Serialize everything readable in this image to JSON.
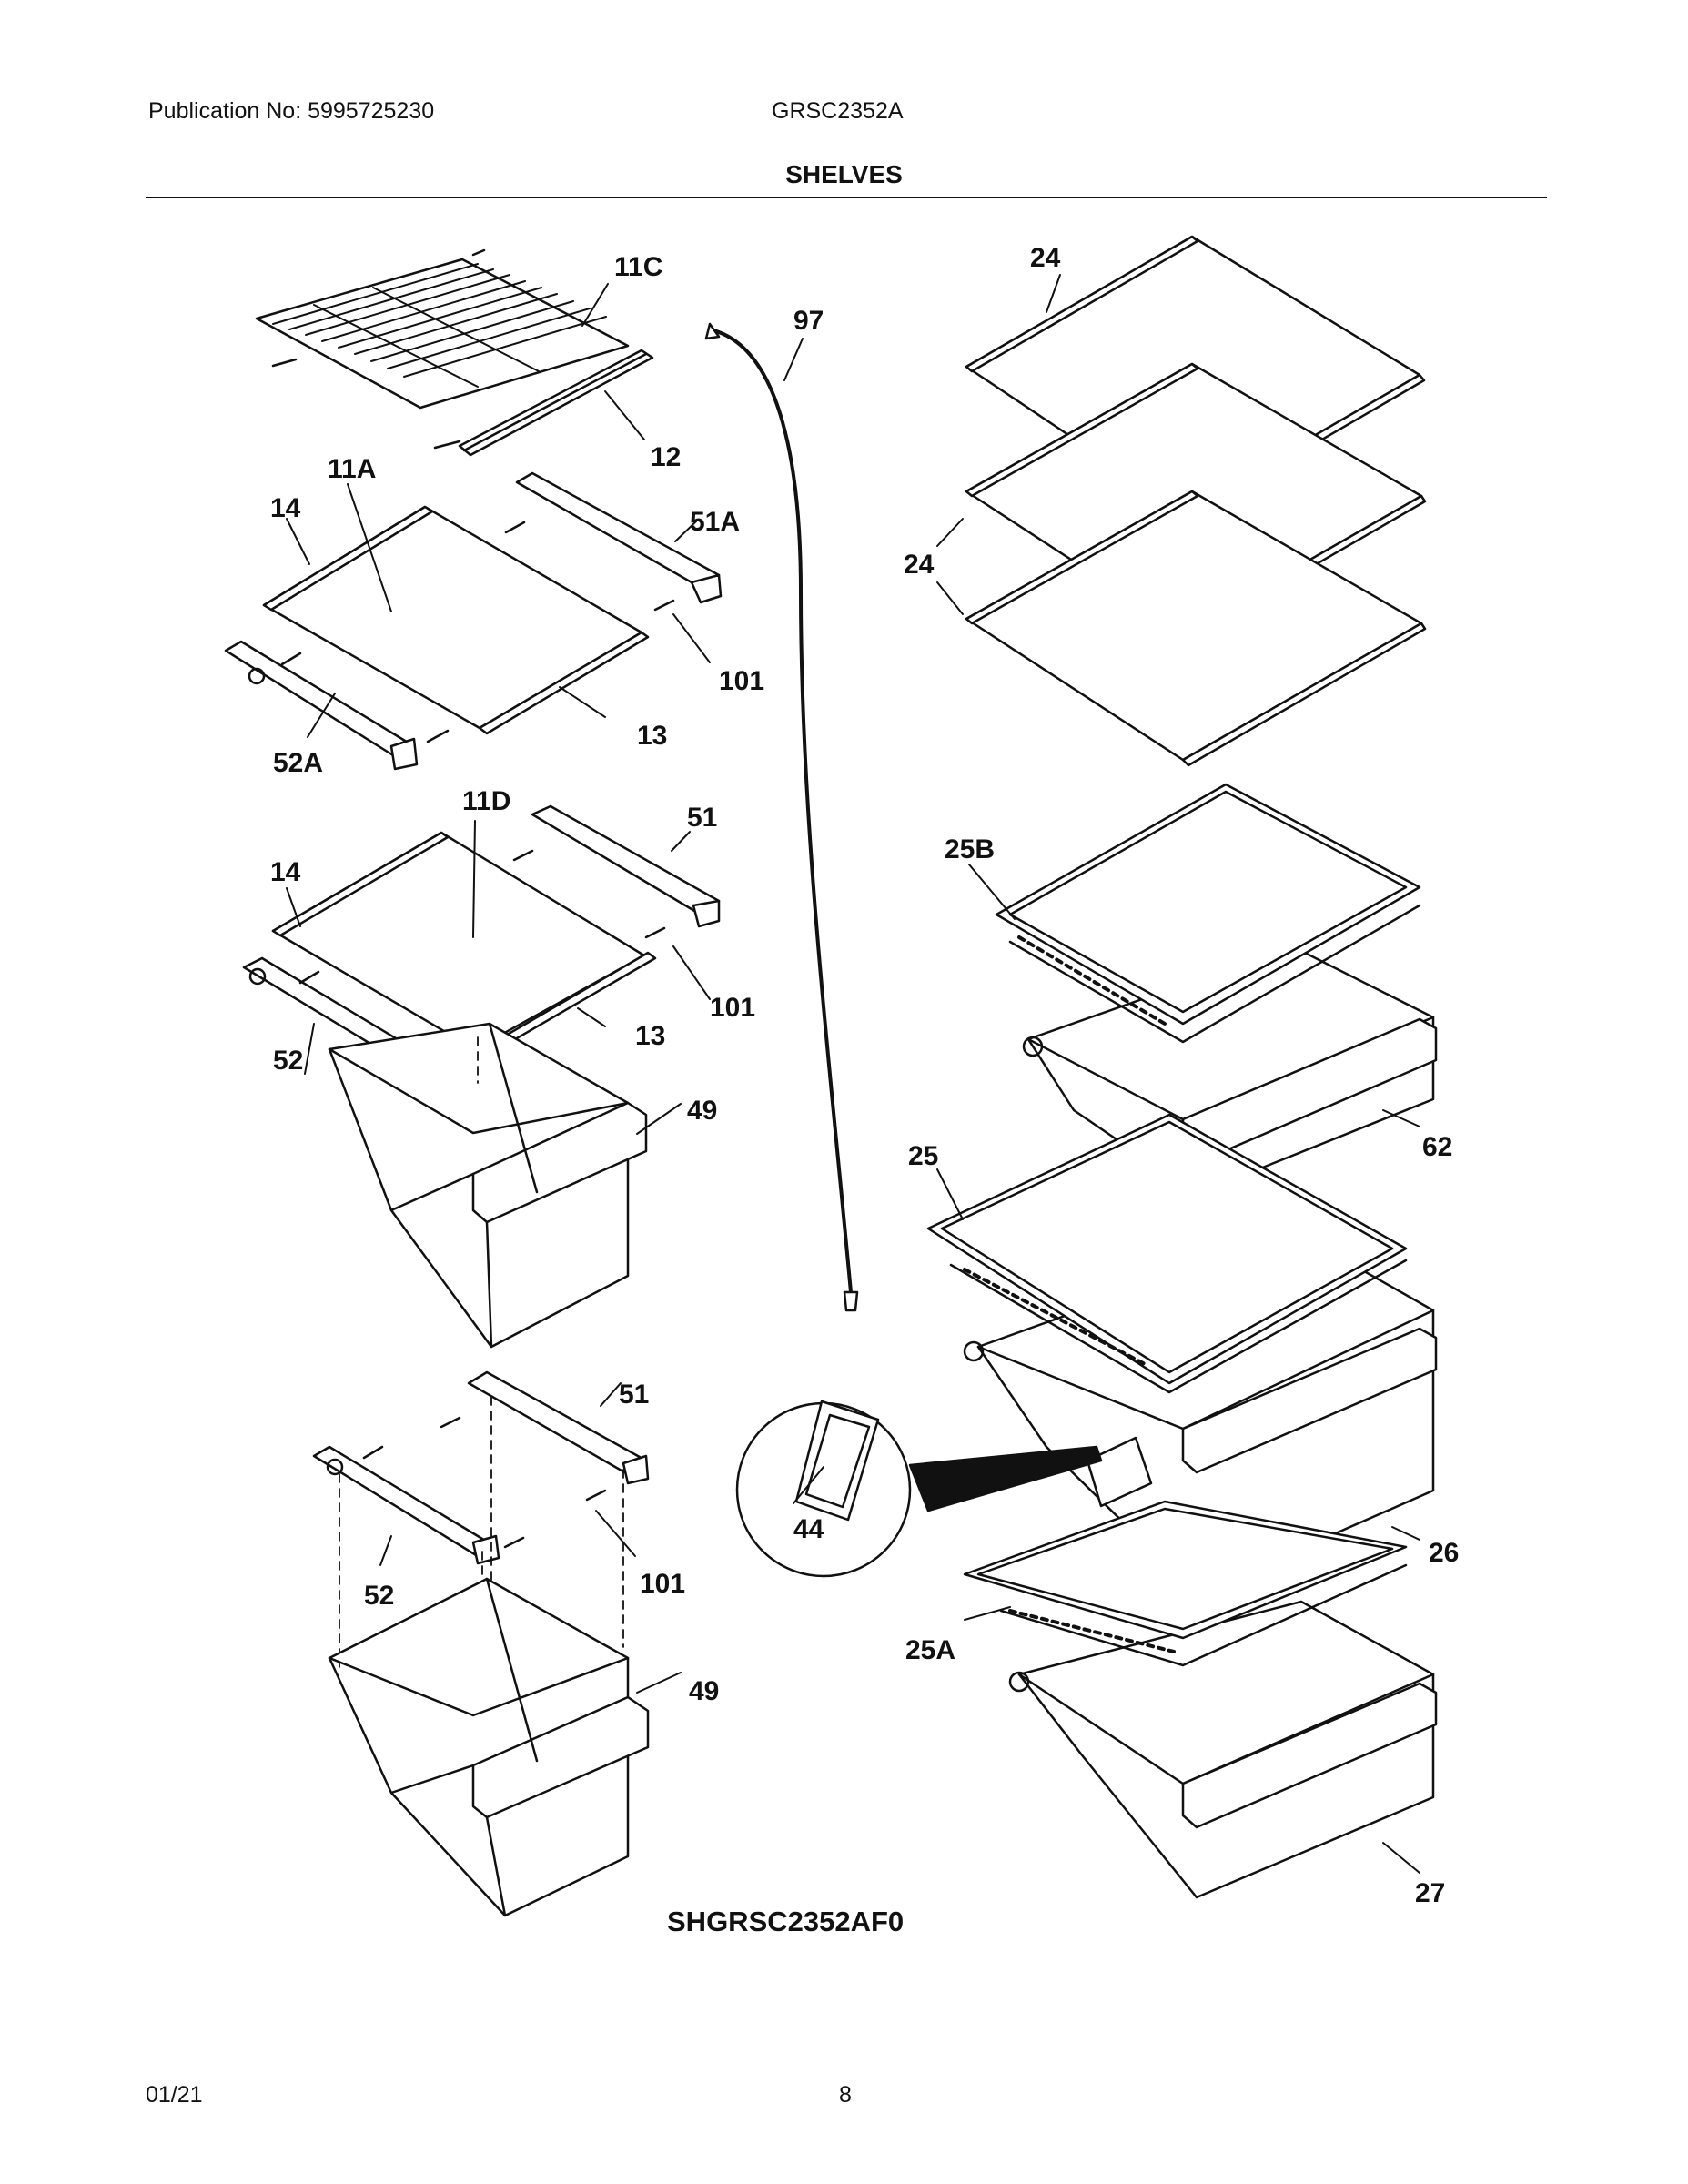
{
  "header": {
    "publication": "Publication No: 5995725230",
    "model": "GRSC2352A",
    "section": "SHELVES"
  },
  "diagram": {
    "callouts": [
      "11C",
      "97",
      "24",
      "12",
      "11A",
      "14",
      "51A",
      "24",
      "101",
      "13",
      "52A",
      "11D",
      "51",
      "14",
      "25B",
      "101",
      "13",
      "52",
      "49",
      "62",
      "25",
      "51",
      "44",
      "26",
      "101",
      "52",
      "25A",
      "49",
      "27"
    ],
    "code": "SHGRSC2352AF0"
  },
  "footer": {
    "date": "01/21",
    "page": "8"
  }
}
